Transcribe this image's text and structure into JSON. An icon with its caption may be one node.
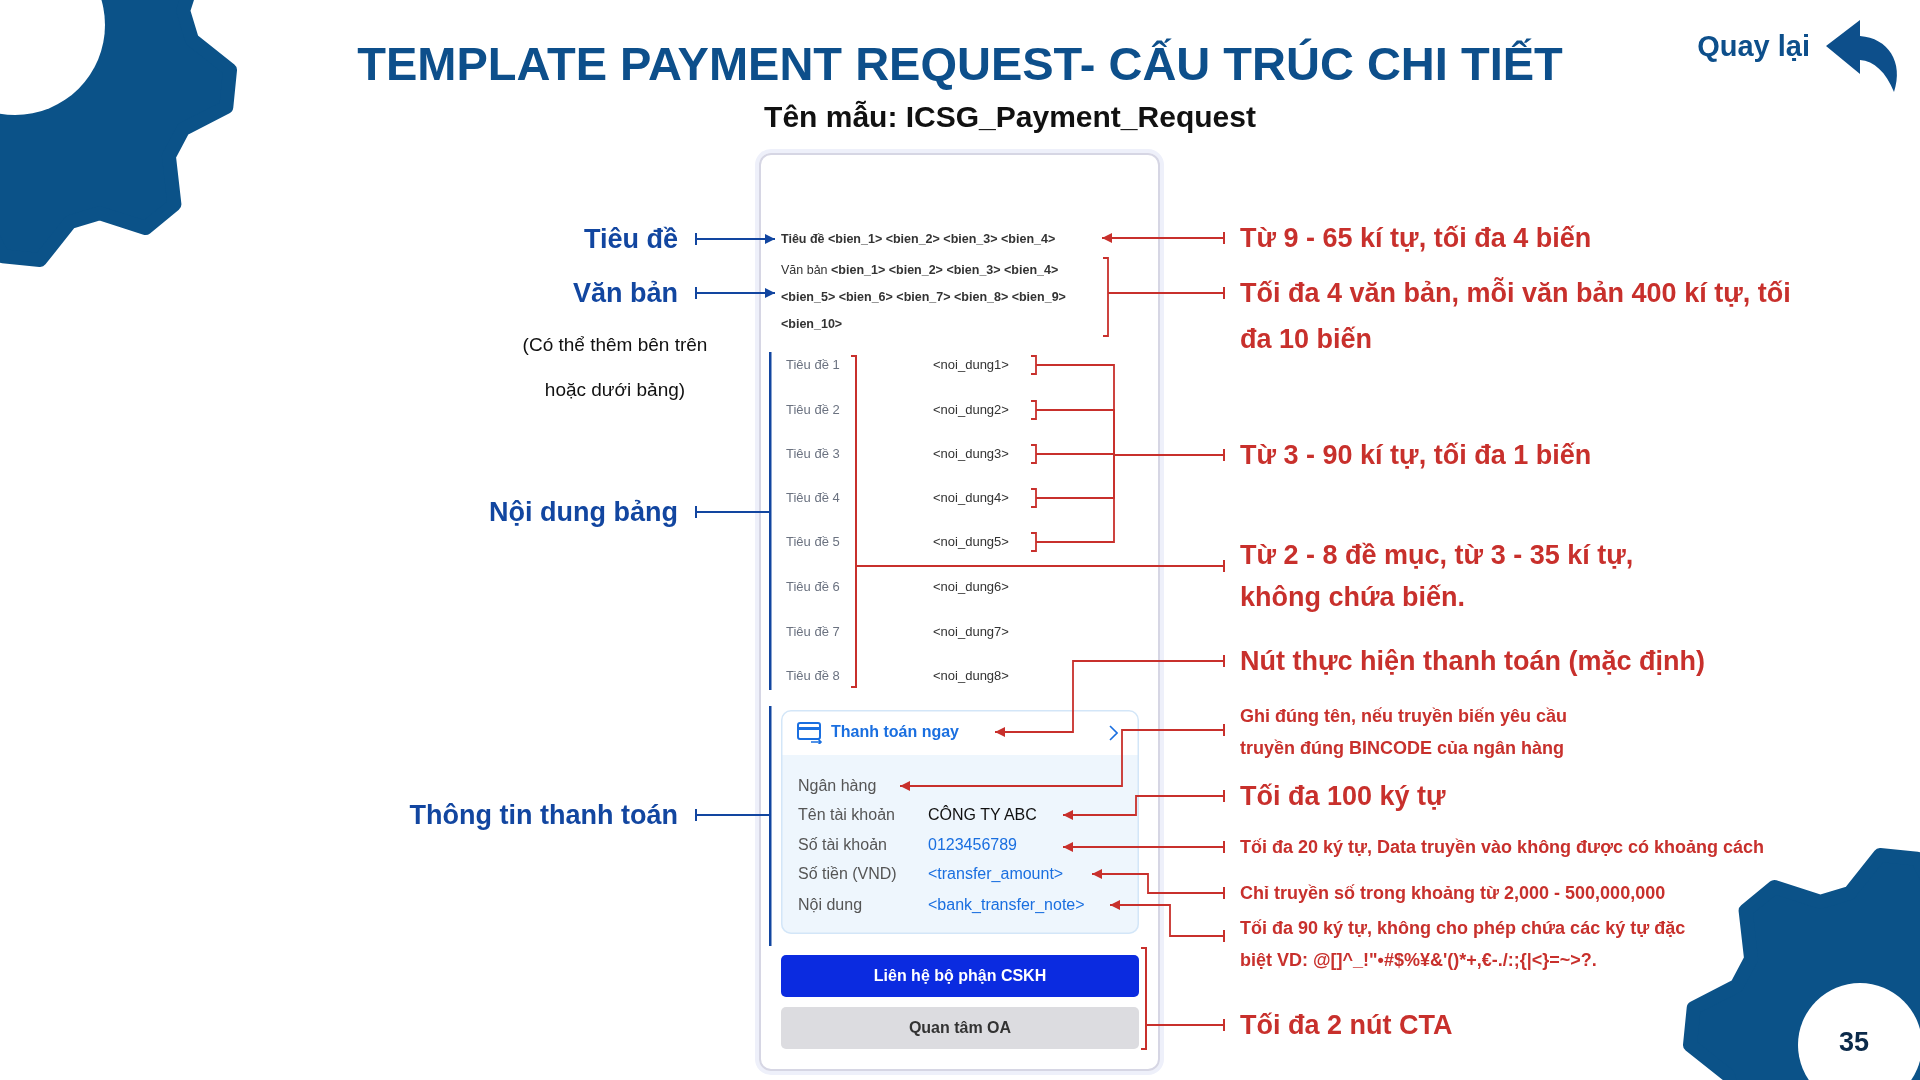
{
  "diagram": {
    "title": "TEMPLATE PAYMENT REQUEST- CẤU TRÚC CHI TIẾT",
    "nodes": [
      {
        "text": [
          "Tiêu đề"
        ]
      },
      {
        "text": [
          "Văn bản"
        ],
        "beside": [
          "(Có thể thêm bên trên hoặc dưới bảng)"
        ]
      },
      {
        "text": [
          "Nội dung bảng"
        ]
      },
      {
        "text": [
          "Thông tin thanh toán"
        ]
      },
      {
        "text": [],
        "shape": "box"
      },
      {
        "text": [
          "Tiêu đề <bien_1> <bien_2> <bien_3> <bien_4>"
        ],
        "in": 4
      },
      {
        "text": [
          "Văn bản **<bien_1> <bien_2> <bien_3> <bien_4> <bien_5> <bien_6> <bien_7> <bien_8> <bien_9> <bien_10>**"
        ],
        "in": 4
      },
      {
        "text": [],
        "shape": "bar",
        "in": 4
      },
      {
        "text": [],
        "shape": "bracket",
        "in": 7
      },
      {
        "text": [
          "Tiêu đề 1"
        ],
        "in": 8
      },
      {
        "text": [
          "Tiêu đề 2"
        ],
        "in": 8
      },
      {
        "text": [
          "Tiêu đề 3"
        ],
        "in": 8
      },
      {
        "text": [
          "Tiêu đề 4"
        ],
        "in": 8
      },
      {
        "text": [
          "Tiêu đề 5"
        ],
        "in": 8
      },
      {
        "text": [
          "Tiêu đề 6"
        ],
        "in": 8
      },
      {
        "text": [
          "Tiêu đề 7"
        ],
        "in": 8
      },
      {
        "text": [
          "Tiêu đề 8"
        ],
        "in": 8
      },
      {
        "text": [
          "<noi_dung1>"
        ],
        "in": 7
      },
      {
        "text": [
          "<noi_dung2>"
        ],
        "in": 7
      },
      {
        "text": [
          "<noi_dung3>"
        ],
        "in": 7
      },
      {
        "text": [
          "<noi_dung4>"
        ],
        "in": 7
      },
      {
        "text": [
          "<noi_dung5>"
        ],
        "in": 7
      },
      {
        "text": [
          "<noi_dung6>"
        ],
        "in": 7
      },
      {
        "text": [
          "<noi_dung7>"
        ],
        "in": 7
      },
      {
        "text": [
          "<noi_dung8>"
        ],
        "in": 7
      },
      {
        "text": [],
        "shape": "bar",
        "in": 4
      },
      {
        "text": [],
        "shape": "box",
        "in": 25
      },
      {
        "text": [
          "Thanh toán ngay"
        ],
        "in": 26
      },
      {
        "text": [
          "Ngân hàng"
        ],
        "in": 26
      },
      {
        "text": [
          "Tên tài khoản",
          "CÔNG TY ABC"
        ],
        "in": 26
      },
      {
        "text": [
          "Số tài khoản",
          "0123456789"
        ],
        "in": 26
      },
      {
        "text": [
          "Số tiền (VND)",
          "<transfer_amount>"
        ],
        "in": 26
      },
      {
        "text": [
          "Nội dung",
          "<bank_transfer_note>"
        ],
        "in": 26
      },
      {
        "text": [],
        "shape": "bracket",
        "in": 4
      },
      {
        "text": [
          "Liên hệ bộ phận CSKH"
        ],
        "in": 33
      },
      {
        "text": [
          "Quan tâm OA"
        ],
        "in": 33
      },
      {
        "text": [
          "Từ 9 - 65 kí tự, tối đa 4 biến"
        ]
      },
      {
        "text": [
          "Tối đa 4 văn bản, mỗi văn bản 400 kí tự, tối đa 10 biến"
        ]
      },
      {
        "text": [
          "Từ 3 - 90 kí tự, tối đa 1 biến"
        ]
      },
      {
        "text": [
          "Từ 2 - 8 đề mục, từ 3 - 35 kí tự, không chứa biến."
        ]
      },
      {
        "text": [
          "Nút thực hiện thanh toán (mặc định)"
        ]
      },
      {
        "text": [
          "Ghi đúng tên, nếu truyền biến yêu cầu truyền đúng BINCODE của ngân hàng"
        ]
      },
      {
        "text": [
          "Tối đa 100 ký tự"
        ]
      },
      {
        "text": [
          "Tối đa 20 ký tự, Data truyền vào không được có khoảng cách"
        ]
      },
      {
        "text": [
          "Chỉ truyền số trong khoảng từ 2,000 - 500,000,000"
        ]
      },
      {
        "text": [
          "Tối đa 90 ký tự, không cho phép chứa các ký tự đặc biệt VD: @[]^_!\"•#$%¥&'()*+,€-./:;{|<}=~>?."
        ]
      },
      {
        "text": [
          "Tối đa 2 nút CTA"
        ]
      }
    ],
    "edges": [
      {
        "from": 0,
        "to": 5,
        "arrow": "to",
        "color": "#1246a0"
      },
      {
        "from": 1,
        "to": 6,
        "arrow": "to",
        "color": "#1246a0"
      },
      {
        "from": 2,
        "to": 7,
        "arrow": "other",
        "color": "#1246a0"
      },
      {
        "from": 3,
        "to": 25,
        "arrow": "other",
        "color": "#1246a0"
      },
      {
        "from": 36,
        "to": 5,
        "arrow": "to"
      },
      {
        "from": 37,
        "to": 6,
        "arrow": "other"
      },
      {
        "from": 38,
        "to": 17,
        "arrow": "other"
      },
      {
        "from": 38,
        "to": 18,
        "arrow": "other"
      },
      {
        "from": 38,
        "to": 19,
        "arrow": "other"
      },
      {
        "from": 38,
        "to": 20,
        "arrow": "other"
      },
      {
        "from": 38,
        "to": 21,
        "arrow": "other"
      },
      {
        "from": 39,
        "to": 8,
        "arrow": "other"
      },
      {
        "from": 40,
        "to": 27,
        "arrow": "to"
      },
      {
        "from": 41,
        "to": 28,
        "arrow": "to"
      },
      {
        "from": 42,
        "to": 29,
        "arrow": "to"
      },
      {
        "from": 43,
        "to": 30,
        "arrow": "to"
      },
      {
        "from": 44,
        "to": 31,
        "arrow": "to"
      },
      {
        "from": 45,
        "to": 32,
        "arrow": "to"
      },
      {
        "from": 46,
        "to": 33,
        "arrow": "other"
      }
    ],
    "labels": [
      "Tên mẫu: ICSG_Payment_Request",
      "Quay lại",
      "35"
    ]
  }
}
